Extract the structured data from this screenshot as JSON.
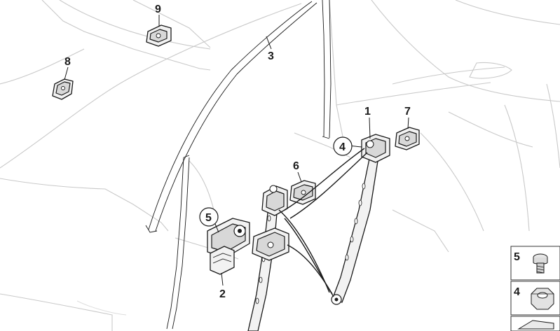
{
  "callouts": {
    "c1": "1",
    "c2": "2",
    "c3": "3",
    "c4": "4",
    "c5": "5",
    "c6": "6",
    "c7": "7",
    "c8": "8",
    "c9": "9"
  },
  "legend": {
    "item5": "5",
    "item4": "4"
  }
}
